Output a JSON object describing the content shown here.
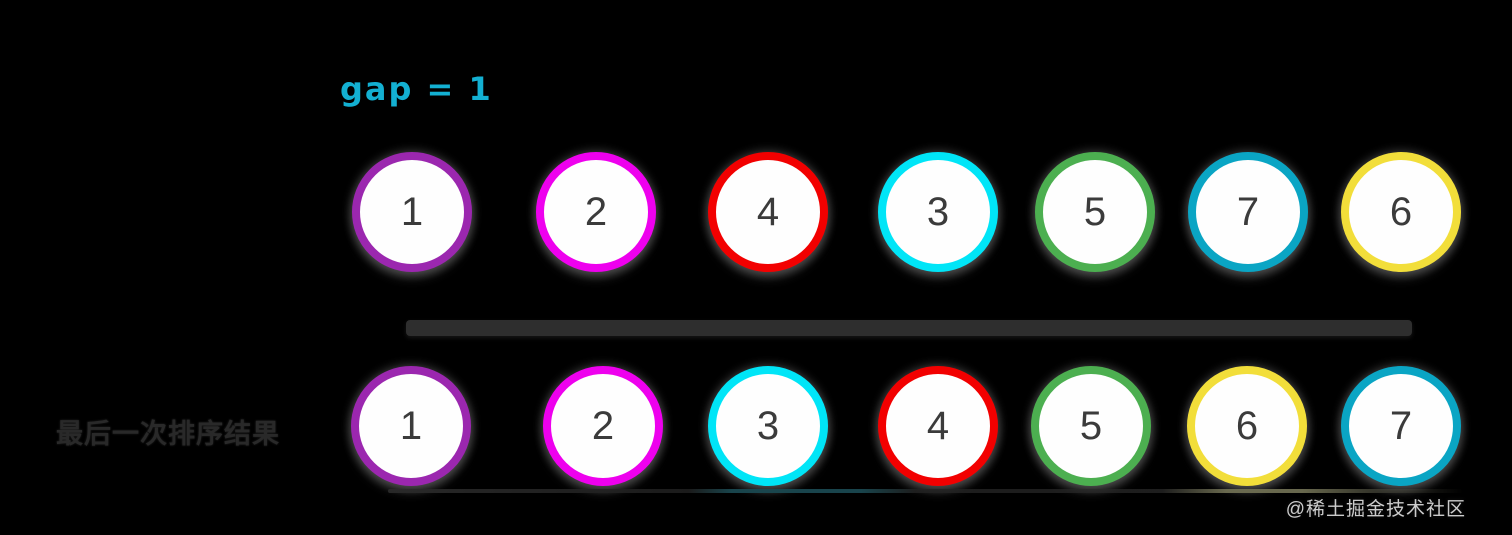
{
  "gap_label": {
    "text": "gap = 1",
    "color": "#13b0d2"
  },
  "top_row": {
    "items": [
      {
        "value": "1",
        "color": "#9b27af"
      },
      {
        "value": "2",
        "color": "#ee00ee"
      },
      {
        "value": "4",
        "color": "#f20000"
      },
      {
        "value": "3",
        "color": "#00e5f7"
      },
      {
        "value": "5",
        "color": "#4caf50"
      },
      {
        "value": "7",
        "color": "#0aa5c4"
      },
      {
        "value": "6",
        "color": "#f2de3a"
      }
    ]
  },
  "bottom_row": {
    "items": [
      {
        "value": "1",
        "color": "#9b27af"
      },
      {
        "value": "2",
        "color": "#ee00ee"
      },
      {
        "value": "3",
        "color": "#00e5f7"
      },
      {
        "value": "4",
        "color": "#f20000"
      },
      {
        "value": "5",
        "color": "#4caf50"
      },
      {
        "value": "6",
        "color": "#f2de3a"
      },
      {
        "value": "7",
        "color": "#0aa5c4"
      }
    ]
  },
  "row_label": {
    "text": "最后一次排序结果",
    "color": "#292929"
  },
  "watermark": {
    "text": "@稀土掘金技术社区"
  },
  "connector_color": "#2e2e2e",
  "background_color": "#000000",
  "number_color": "#3b3b3b"
}
